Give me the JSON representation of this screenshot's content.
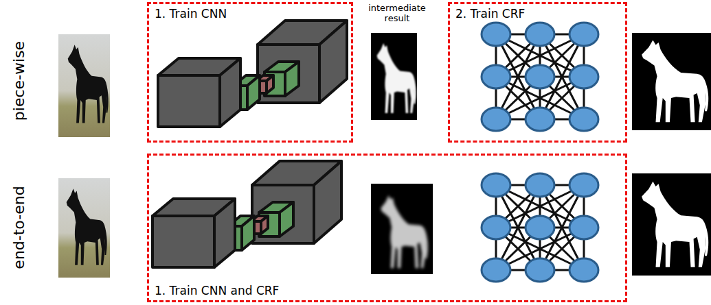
{
  "diagram": {
    "nodes": [
      {
        "text": [
          "1. Train CNN"
        ]
      },
      {
        "text": [
          "2. Train CRF"
        ]
      },
      {
        "text": [
          "1. Train CNN and CRF"
        ]
      }
    ],
    "labels": [
      "piece-wise",
      "intermediate result",
      "end-to-end"
    ]
  }
}
